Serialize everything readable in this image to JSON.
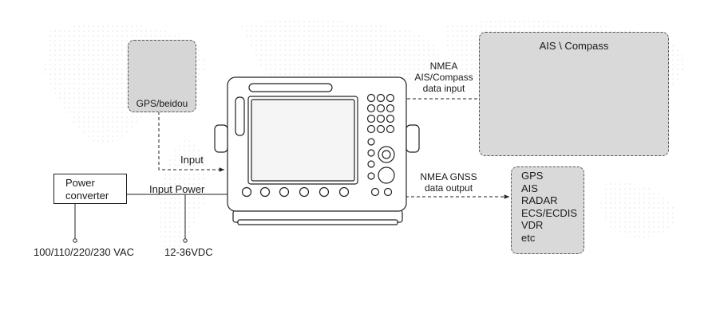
{
  "gps_box": {
    "label": "GPS/beidou"
  },
  "ais_box": {
    "title": "AIS \\ Compass"
  },
  "input": {
    "label": "Input"
  },
  "nmea_in": {
    "line1": "NMEA",
    "line2": "AIS/Compass",
    "line3": "data input"
  },
  "nmea_out": {
    "line1": "NMEA GNSS",
    "line2": "data output"
  },
  "power_converter": {
    "line1": "Power",
    "line2": "converter"
  },
  "input_power": {
    "label": "Input Power"
  },
  "vac": {
    "label": "100/110/220/230 VAC"
  },
  "vdc": {
    "label": "12-36VDC"
  },
  "outputs": [
    "GPS",
    "AIS",
    "RADAR",
    "ECS/ECDIS",
    "VDR",
    "etc"
  ]
}
